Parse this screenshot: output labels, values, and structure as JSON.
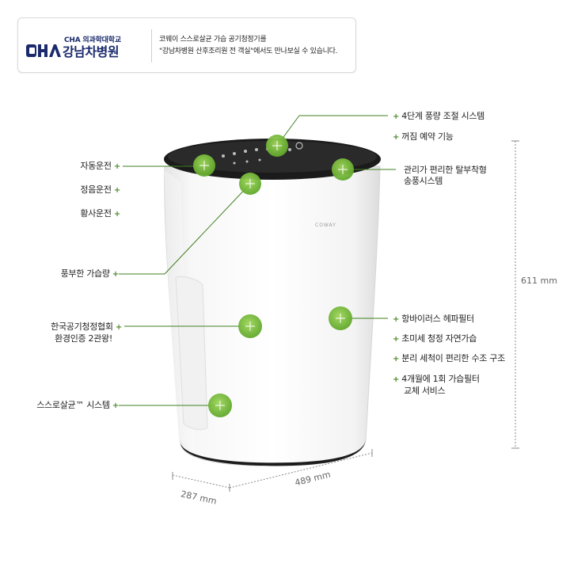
{
  "banner": {
    "logo_sub": "CHA 의과학대학교",
    "logo_mark": "CHA",
    "logo_name": "강남차병원",
    "line1": "코웨이 스스로살균 가습 공기청정기를",
    "line2": "\"강남차병원 산후조리원 전 객실\"에서도 만나보실 수 있습니다."
  },
  "product": {
    "brand_mark": "COWAY"
  },
  "features_left": [
    {
      "text": "자동운전"
    },
    {
      "text": "정음운전"
    },
    {
      "text": "황사운전"
    },
    {
      "text": "풍부한 가습량"
    },
    {
      "line1": "한국공기청정협회",
      "line2": "환경인증 2관왕!"
    },
    {
      "text": "스스로살균™ 시스템"
    }
  ],
  "features_right": [
    {
      "text": "4단계 풍량 조절 시스템"
    },
    {
      "text": "꺼짐 예약 기능"
    },
    {
      "line1": "관리가 편리한 탈부착형",
      "line2": "송풍시스템"
    },
    {
      "text": "항바이러스 헤파필터"
    },
    {
      "text": "초미세 청정 자연가습"
    },
    {
      "text": "분리 세척이 편리한 수조 구조"
    },
    {
      "line1": "4개월에 1회 가습필터",
      "line2": "교체 서비스"
    }
  ],
  "plus_symbol": "+",
  "dimensions": {
    "height": "611 mm",
    "width": "489 mm",
    "depth": "287 mm"
  },
  "colors": {
    "accent_green": "#6fb52c",
    "line_green": "#3f7f1f",
    "logo_blue": "#1a2a6c"
  }
}
